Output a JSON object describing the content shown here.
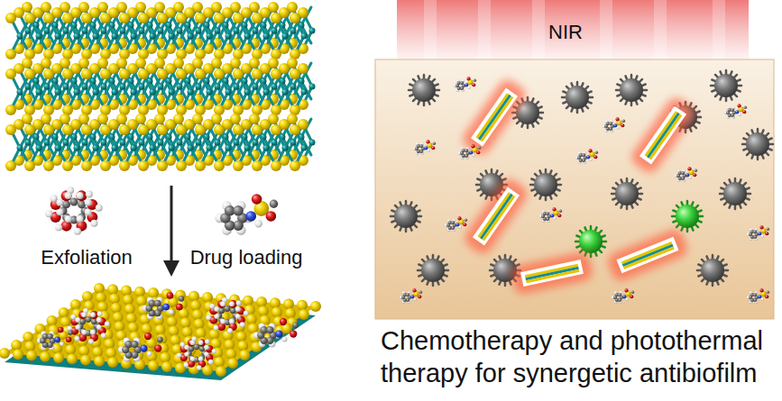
{
  "diagram": {
    "caption": "Chemotherapy and photothermal therapy for synergetic antibiofilm",
    "labels": [
      "NIR",
      "Exfoliation",
      "Drug loading"
    ]
  }
}
